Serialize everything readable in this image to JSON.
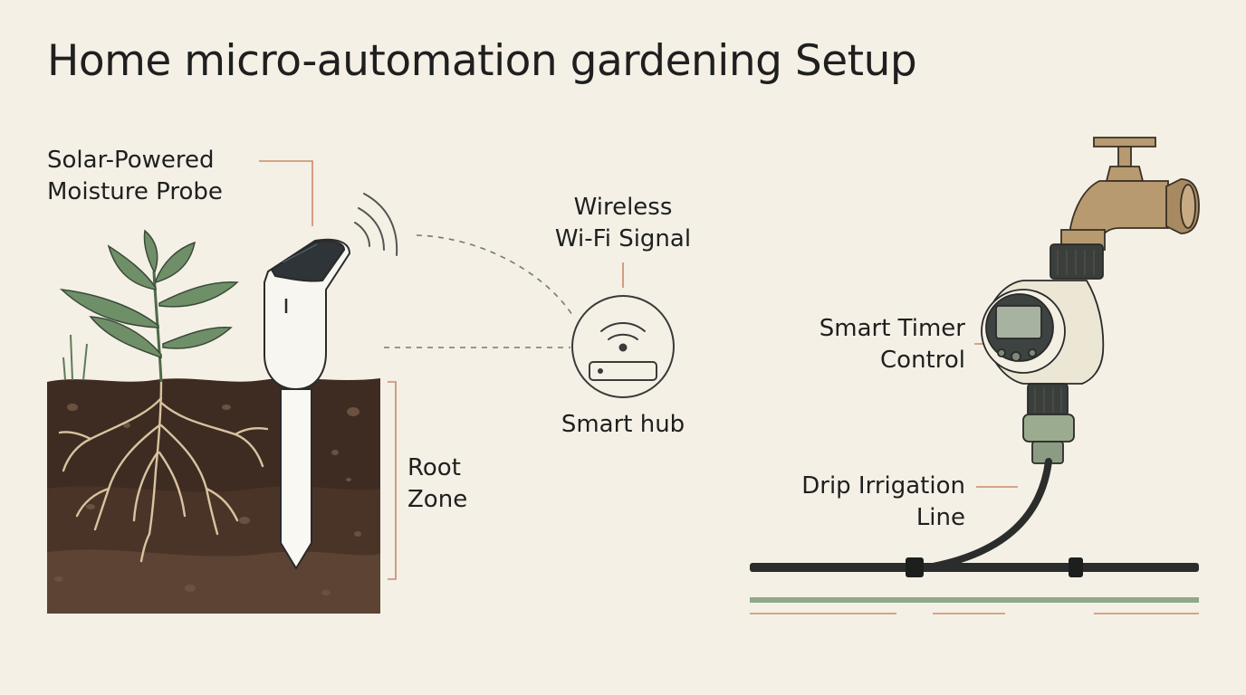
{
  "title": "Home micro-automation gardening Setup",
  "labels": {
    "probe": [
      "Solar-Powered",
      "Moisture Probe"
    ],
    "wifi": [
      "Wireless",
      "Wi-Fi Signal"
    ],
    "hub": "Smart hub",
    "root_zone": [
      "Root",
      "Zone"
    ],
    "timer": [
      "Smart Timer",
      "Control"
    ],
    "drip": [
      "Drip Irrigation",
      "Line"
    ]
  },
  "colors": {
    "background": "#f4f0e6",
    "soil_dark": "#3e2c22",
    "soil_mid": "#4d372a",
    "soil_light": "#5c4334",
    "root": "#d9c3a0",
    "leaf": "#6f8f68",
    "leader_line": "#c98a6a",
    "brass": "#b89a70",
    "timer_body": "#ece6d5",
    "hose": "#2a2d2b",
    "green_line": "#8fa888"
  }
}
